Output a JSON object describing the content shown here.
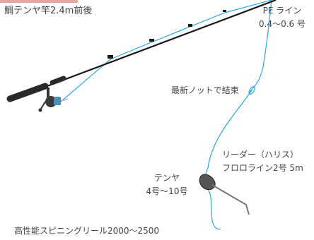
{
  "diagram": {
    "rod_label": "鯛テンヤ竿2.4m前後",
    "line_label_1": "PE ライン",
    "line_label_2": "0.4～0.6 号",
    "knot_label": "最新ノットで結束",
    "leader_label_1": "リーダー（ハリス）",
    "leader_label_2": "フロロライン2号 5m",
    "tenya_label_1": "テンヤ",
    "tenya_label_2": "4号～10号",
    "reel_label": "高性能スピニングリール2000～2500"
  },
  "colors": {
    "accent_bar": "#e7a59f",
    "pe_line": "#2aa9e0",
    "rod": "#1a1a1a"
  }
}
